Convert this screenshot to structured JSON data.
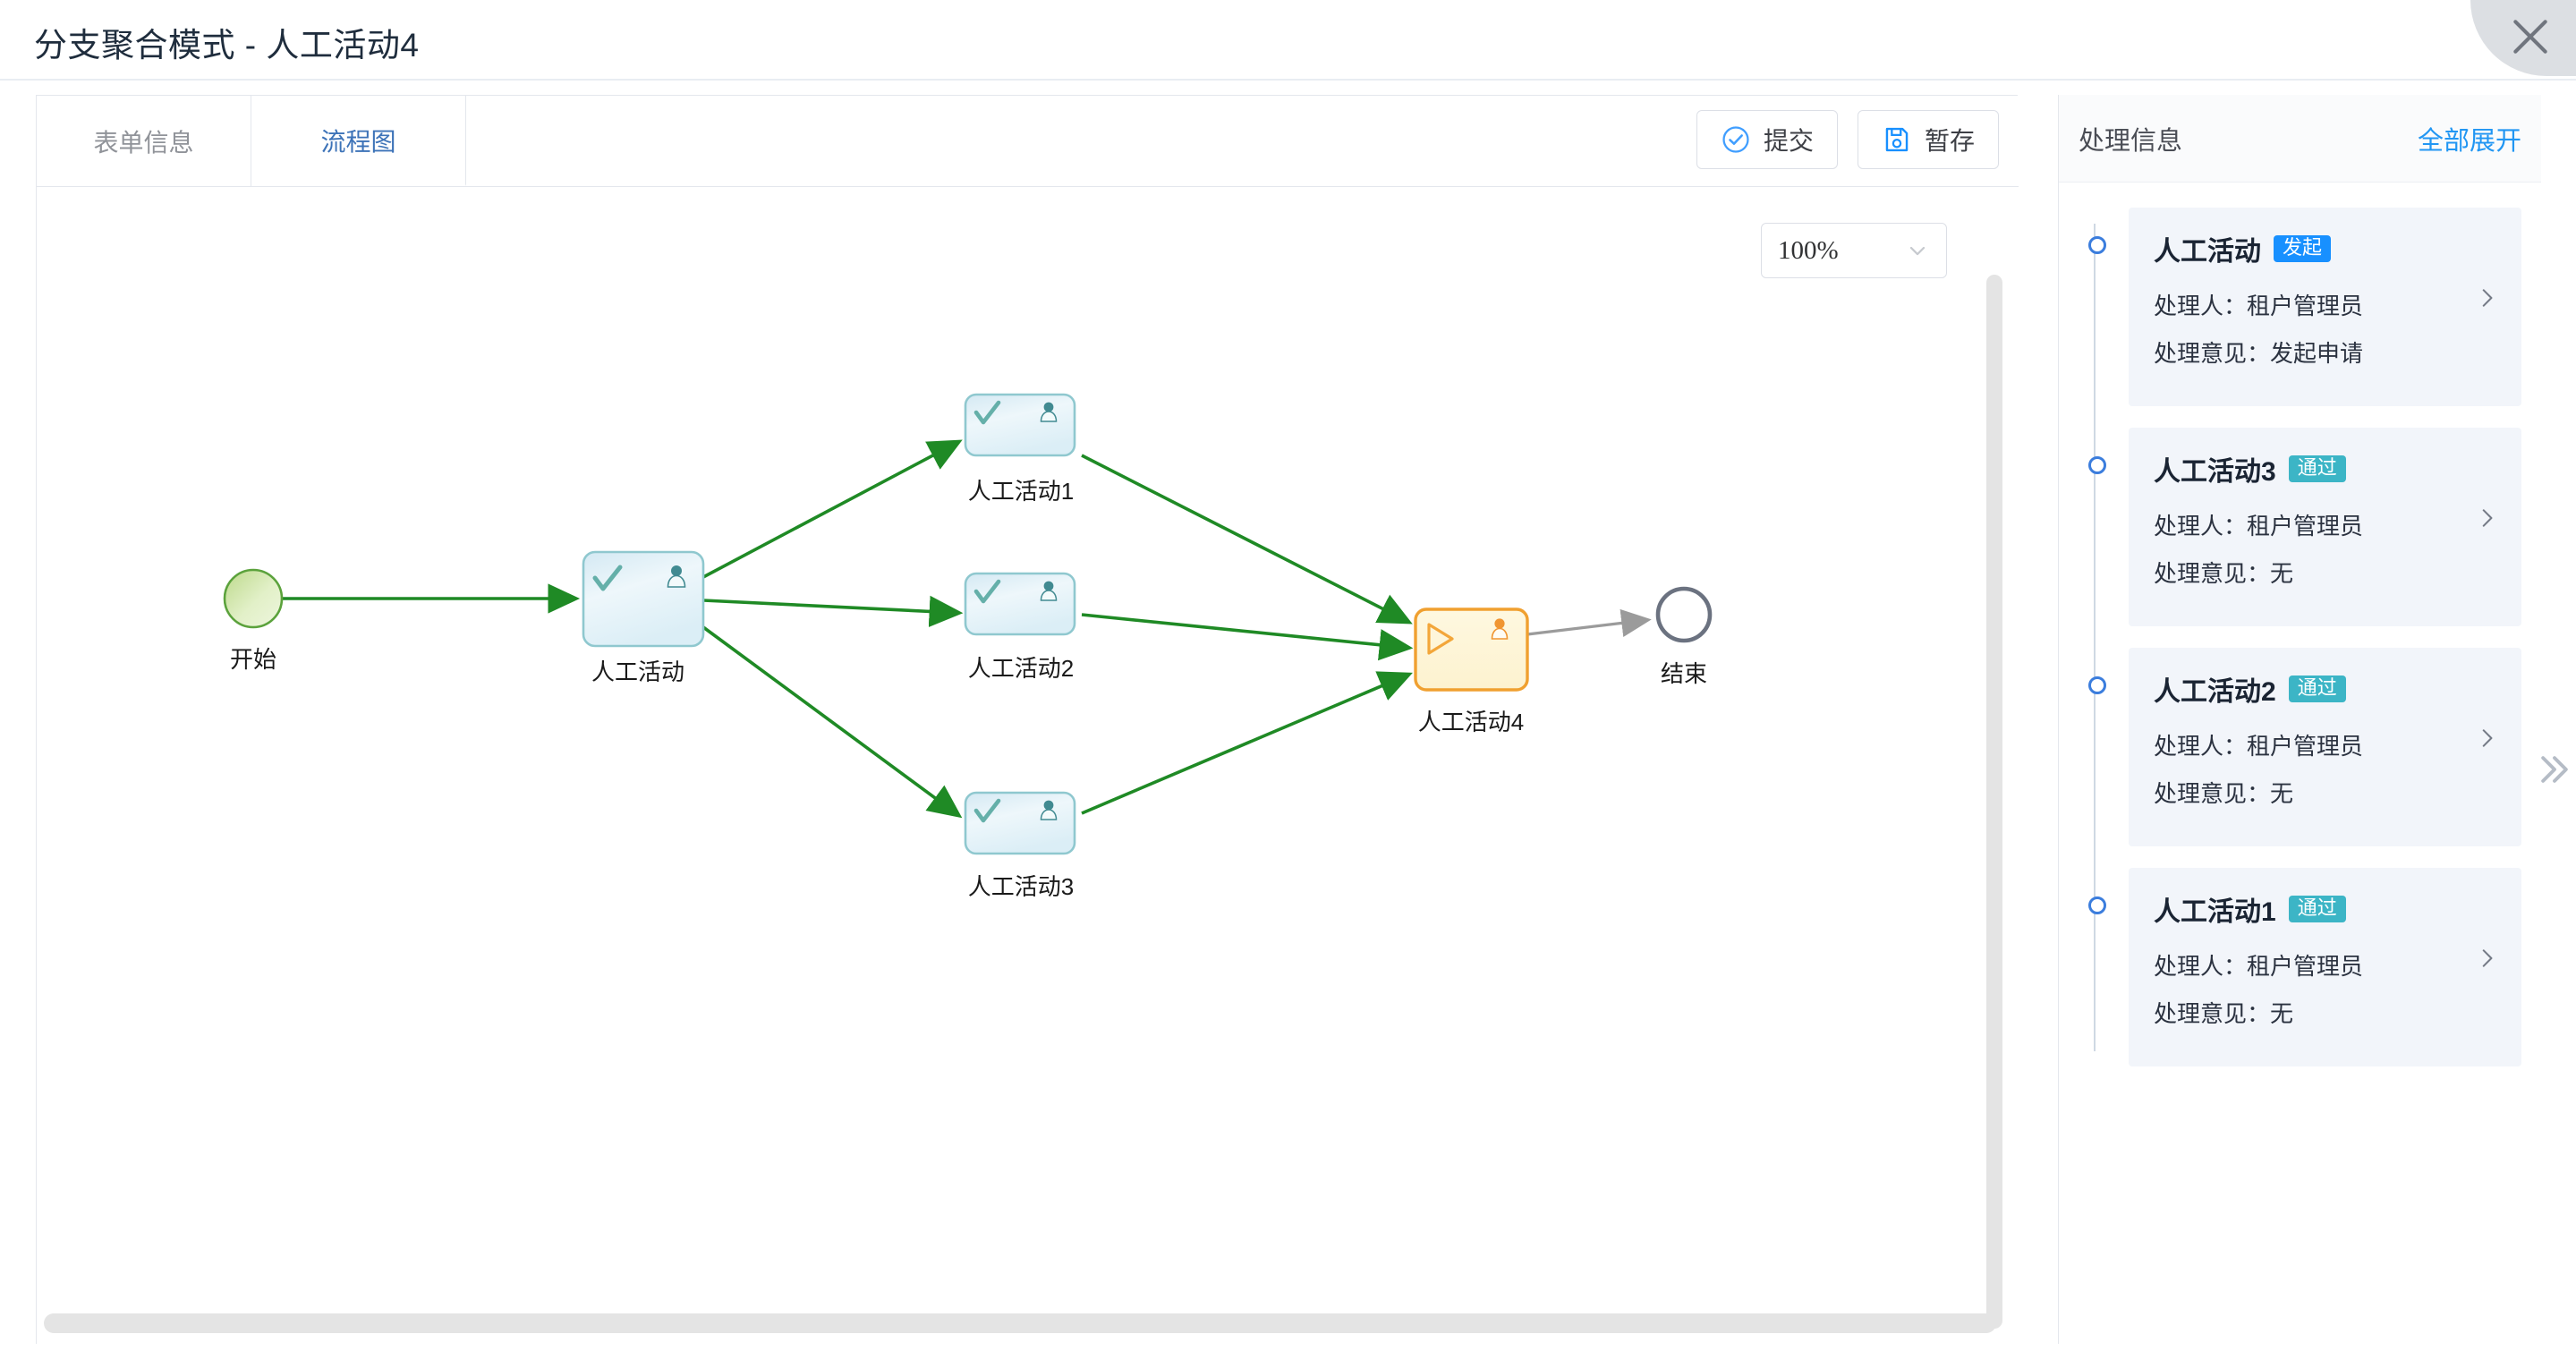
{
  "window": {
    "title": "分支聚合模式 - 人工活动4",
    "close_icon": "close-icon"
  },
  "tabs": [
    {
      "label": "表单信息",
      "active": false
    },
    {
      "label": "流程图",
      "active": true
    }
  ],
  "toolbar": {
    "submit_label": "提交",
    "submit_icon": "circle-check-icon",
    "save_label": "暂存",
    "save_icon": "floppy-save-icon",
    "accent": "#409eff"
  },
  "canvas": {
    "zoom_value": "100%",
    "zoom_icon": "chevron-down-icon",
    "vertical_scrollbar": "vertical-scrollbar",
    "horizontal_scrollbar": "horizontal-scrollbar"
  },
  "diagram": {
    "nodes": [
      {
        "id": "start",
        "label": "开始",
        "type": "start",
        "icons": []
      },
      {
        "id": "t0",
        "label": "人工活动",
        "type": "task",
        "icons": [
          "check-icon",
          "user-icon"
        ]
      },
      {
        "id": "t1",
        "label": "人工活动1",
        "type": "task",
        "icons": [
          "check-icon",
          "user-icon"
        ]
      },
      {
        "id": "t2",
        "label": "人工活动2",
        "type": "task",
        "icons": [
          "check-icon",
          "user-icon"
        ]
      },
      {
        "id": "t3",
        "label": "人工活动3",
        "type": "task",
        "icons": [
          "check-icon",
          "user-icon"
        ]
      },
      {
        "id": "t4",
        "label": "人工活动4",
        "type": "current",
        "icons": [
          "play-icon",
          "user-icon"
        ]
      },
      {
        "id": "end",
        "label": "结束",
        "type": "end",
        "icons": []
      }
    ],
    "edges": [
      {
        "from": "start",
        "to": "t0",
        "state": "done"
      },
      {
        "from": "t0",
        "to": "t1",
        "state": "done"
      },
      {
        "from": "t0",
        "to": "t2",
        "state": "done"
      },
      {
        "from": "t0",
        "to": "t3",
        "state": "done"
      },
      {
        "from": "t1",
        "to": "t4",
        "state": "done"
      },
      {
        "from": "t2",
        "to": "t4",
        "state": "done"
      },
      {
        "from": "t3",
        "to": "t4",
        "state": "done"
      },
      {
        "from": "t4",
        "to": "end",
        "state": "pending"
      }
    ],
    "colors": {
      "edge_done": "#1f8a25",
      "edge_pending": "#9b9b9b",
      "task_border": "#8fc8cf",
      "current_border": "#f0a030",
      "current_fill": "#fdf6dd",
      "start_fill": "#cfe8a6",
      "end_stroke": "#6b7280"
    }
  },
  "panel": {
    "title": "处理信息",
    "expand_all_label": "全部展开",
    "collapse_icon": "double-chevron-right-icon",
    "chevron_icon": "chevron-right-icon",
    "labels": {
      "handler": "处理人：",
      "opinion": "处理意见："
    },
    "items": [
      {
        "name": "人工活动",
        "badge": "发起",
        "badge_type": "start",
        "handler_line": "处理人：租户管理员",
        "opinion_line": "处理意见：发起申请"
      },
      {
        "name": "人工活动3",
        "badge": "通过",
        "badge_type": "pass",
        "handler_line": "处理人：租户管理员",
        "opinion_line": "处理意见：无"
      },
      {
        "name": "人工活动2",
        "badge": "通过",
        "badge_type": "pass",
        "handler_line": "处理人：租户管理员",
        "opinion_line": "处理意见：无"
      },
      {
        "name": "人工活动1",
        "badge": "通过",
        "badge_type": "pass",
        "handler_line": "处理人：租户管理员",
        "opinion_line": "处理意见：无"
      }
    ]
  }
}
